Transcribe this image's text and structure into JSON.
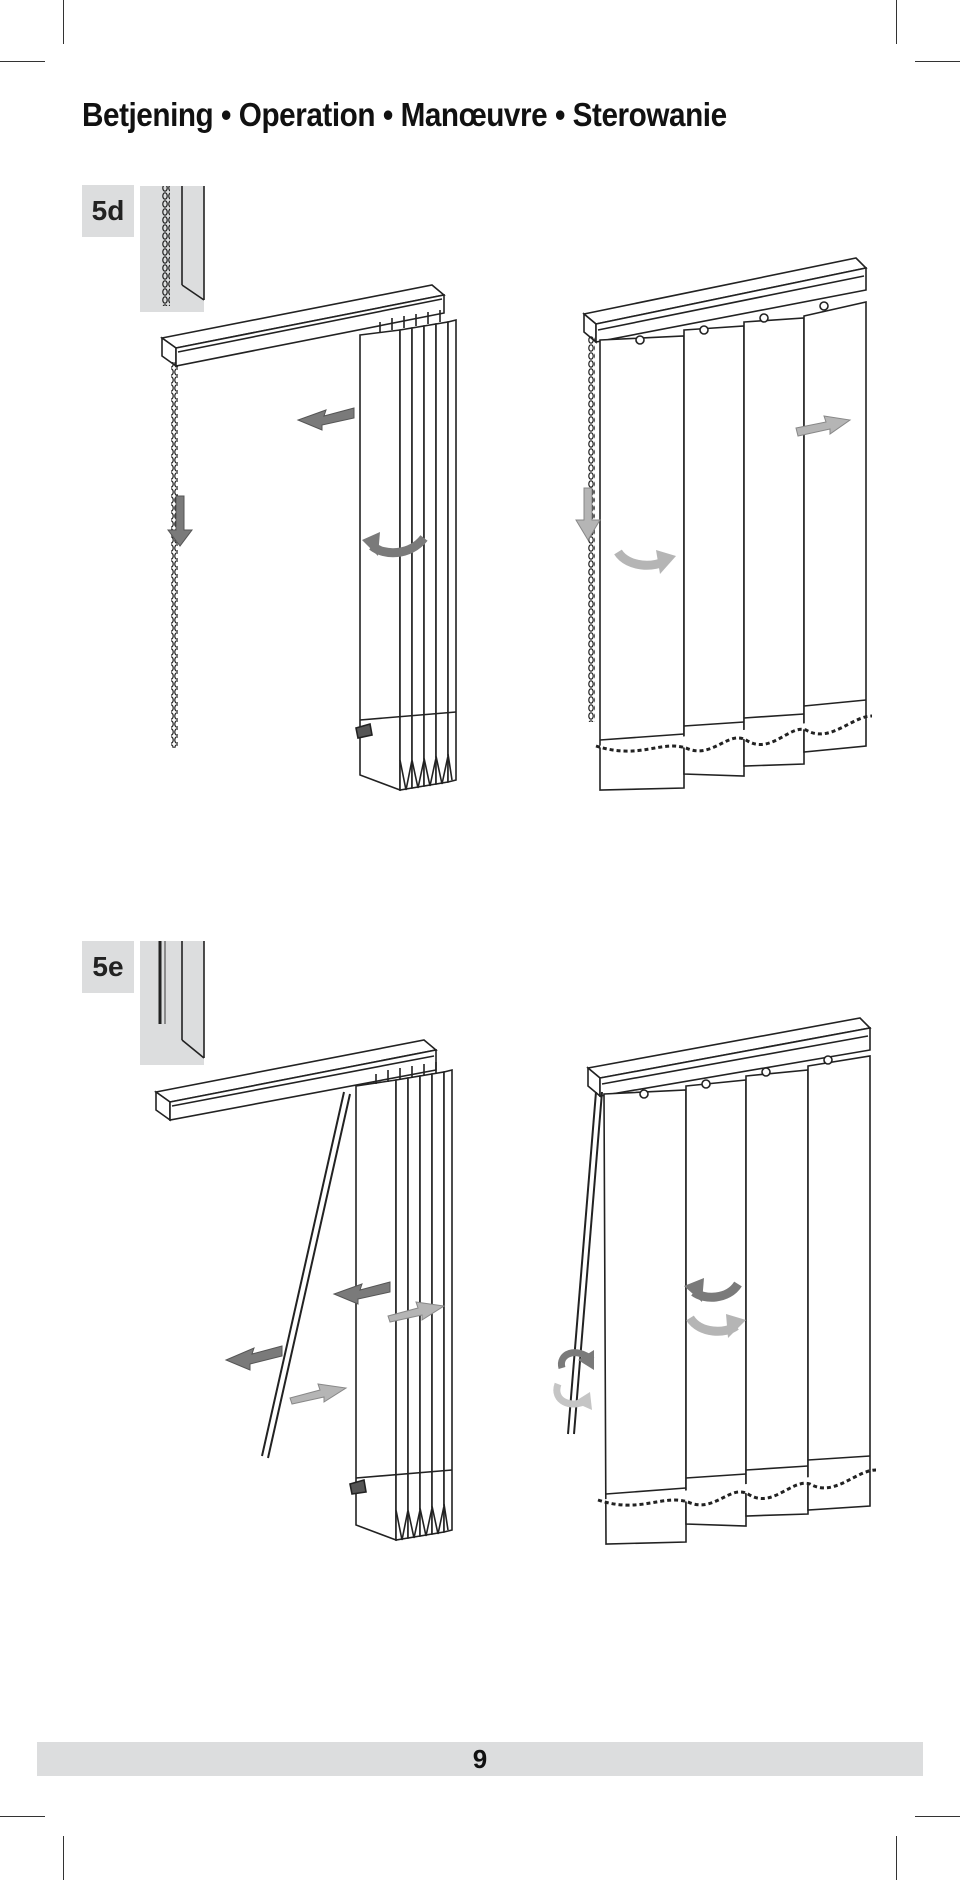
{
  "header": {
    "title": "Betjening • Operation • Manœuvre • Sterowanie"
  },
  "steps": [
    {
      "label": "5d"
    },
    {
      "label": "5e"
    }
  ],
  "footer": {
    "page_number": "9"
  },
  "colors": {
    "badge_background": "#dcddde",
    "arrow_dark": "#7a7a7a",
    "arrow_light": "#b5b5b5",
    "line": "#222222"
  }
}
